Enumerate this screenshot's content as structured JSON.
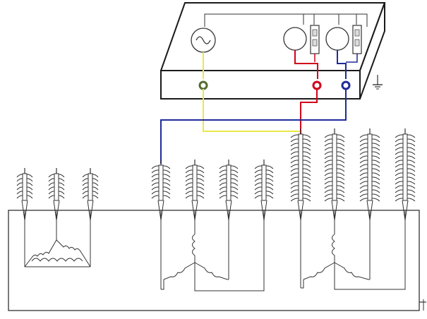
{
  "diagram": {
    "kind": "wiring schematic",
    "device": {
      "source_symbol": "ac-source-icon",
      "meters": [
        {
          "symbol": "meter-icon",
          "resistor": "shunt-resistor-icon",
          "terminal_color": "#d0021b"
        },
        {
          "symbol": "meter-icon",
          "resistor": "shunt-resistor-icon",
          "terminal_color": "#1f2a9a"
        }
      ],
      "source_terminal_color": "#556b2f",
      "ground_symbol": "ground-icon"
    },
    "leads": [
      {
        "color": "#e8e84a",
        "from": "source-terminal",
        "to": "bushing"
      },
      {
        "color": "#d0021b",
        "from": "meter-1-terminal",
        "to": "bushing"
      },
      {
        "color": "#1f2a9a",
        "from": "meter-2-terminal",
        "to": "bushing"
      }
    ],
    "bushing_groups": [
      {
        "count": 3,
        "size": "small",
        "winding": "delta"
      },
      {
        "count": 4,
        "size": "medium",
        "winding": "zigzag-star"
      },
      {
        "count": 4,
        "size": "large",
        "winding": "zigzag-star"
      }
    ]
  }
}
